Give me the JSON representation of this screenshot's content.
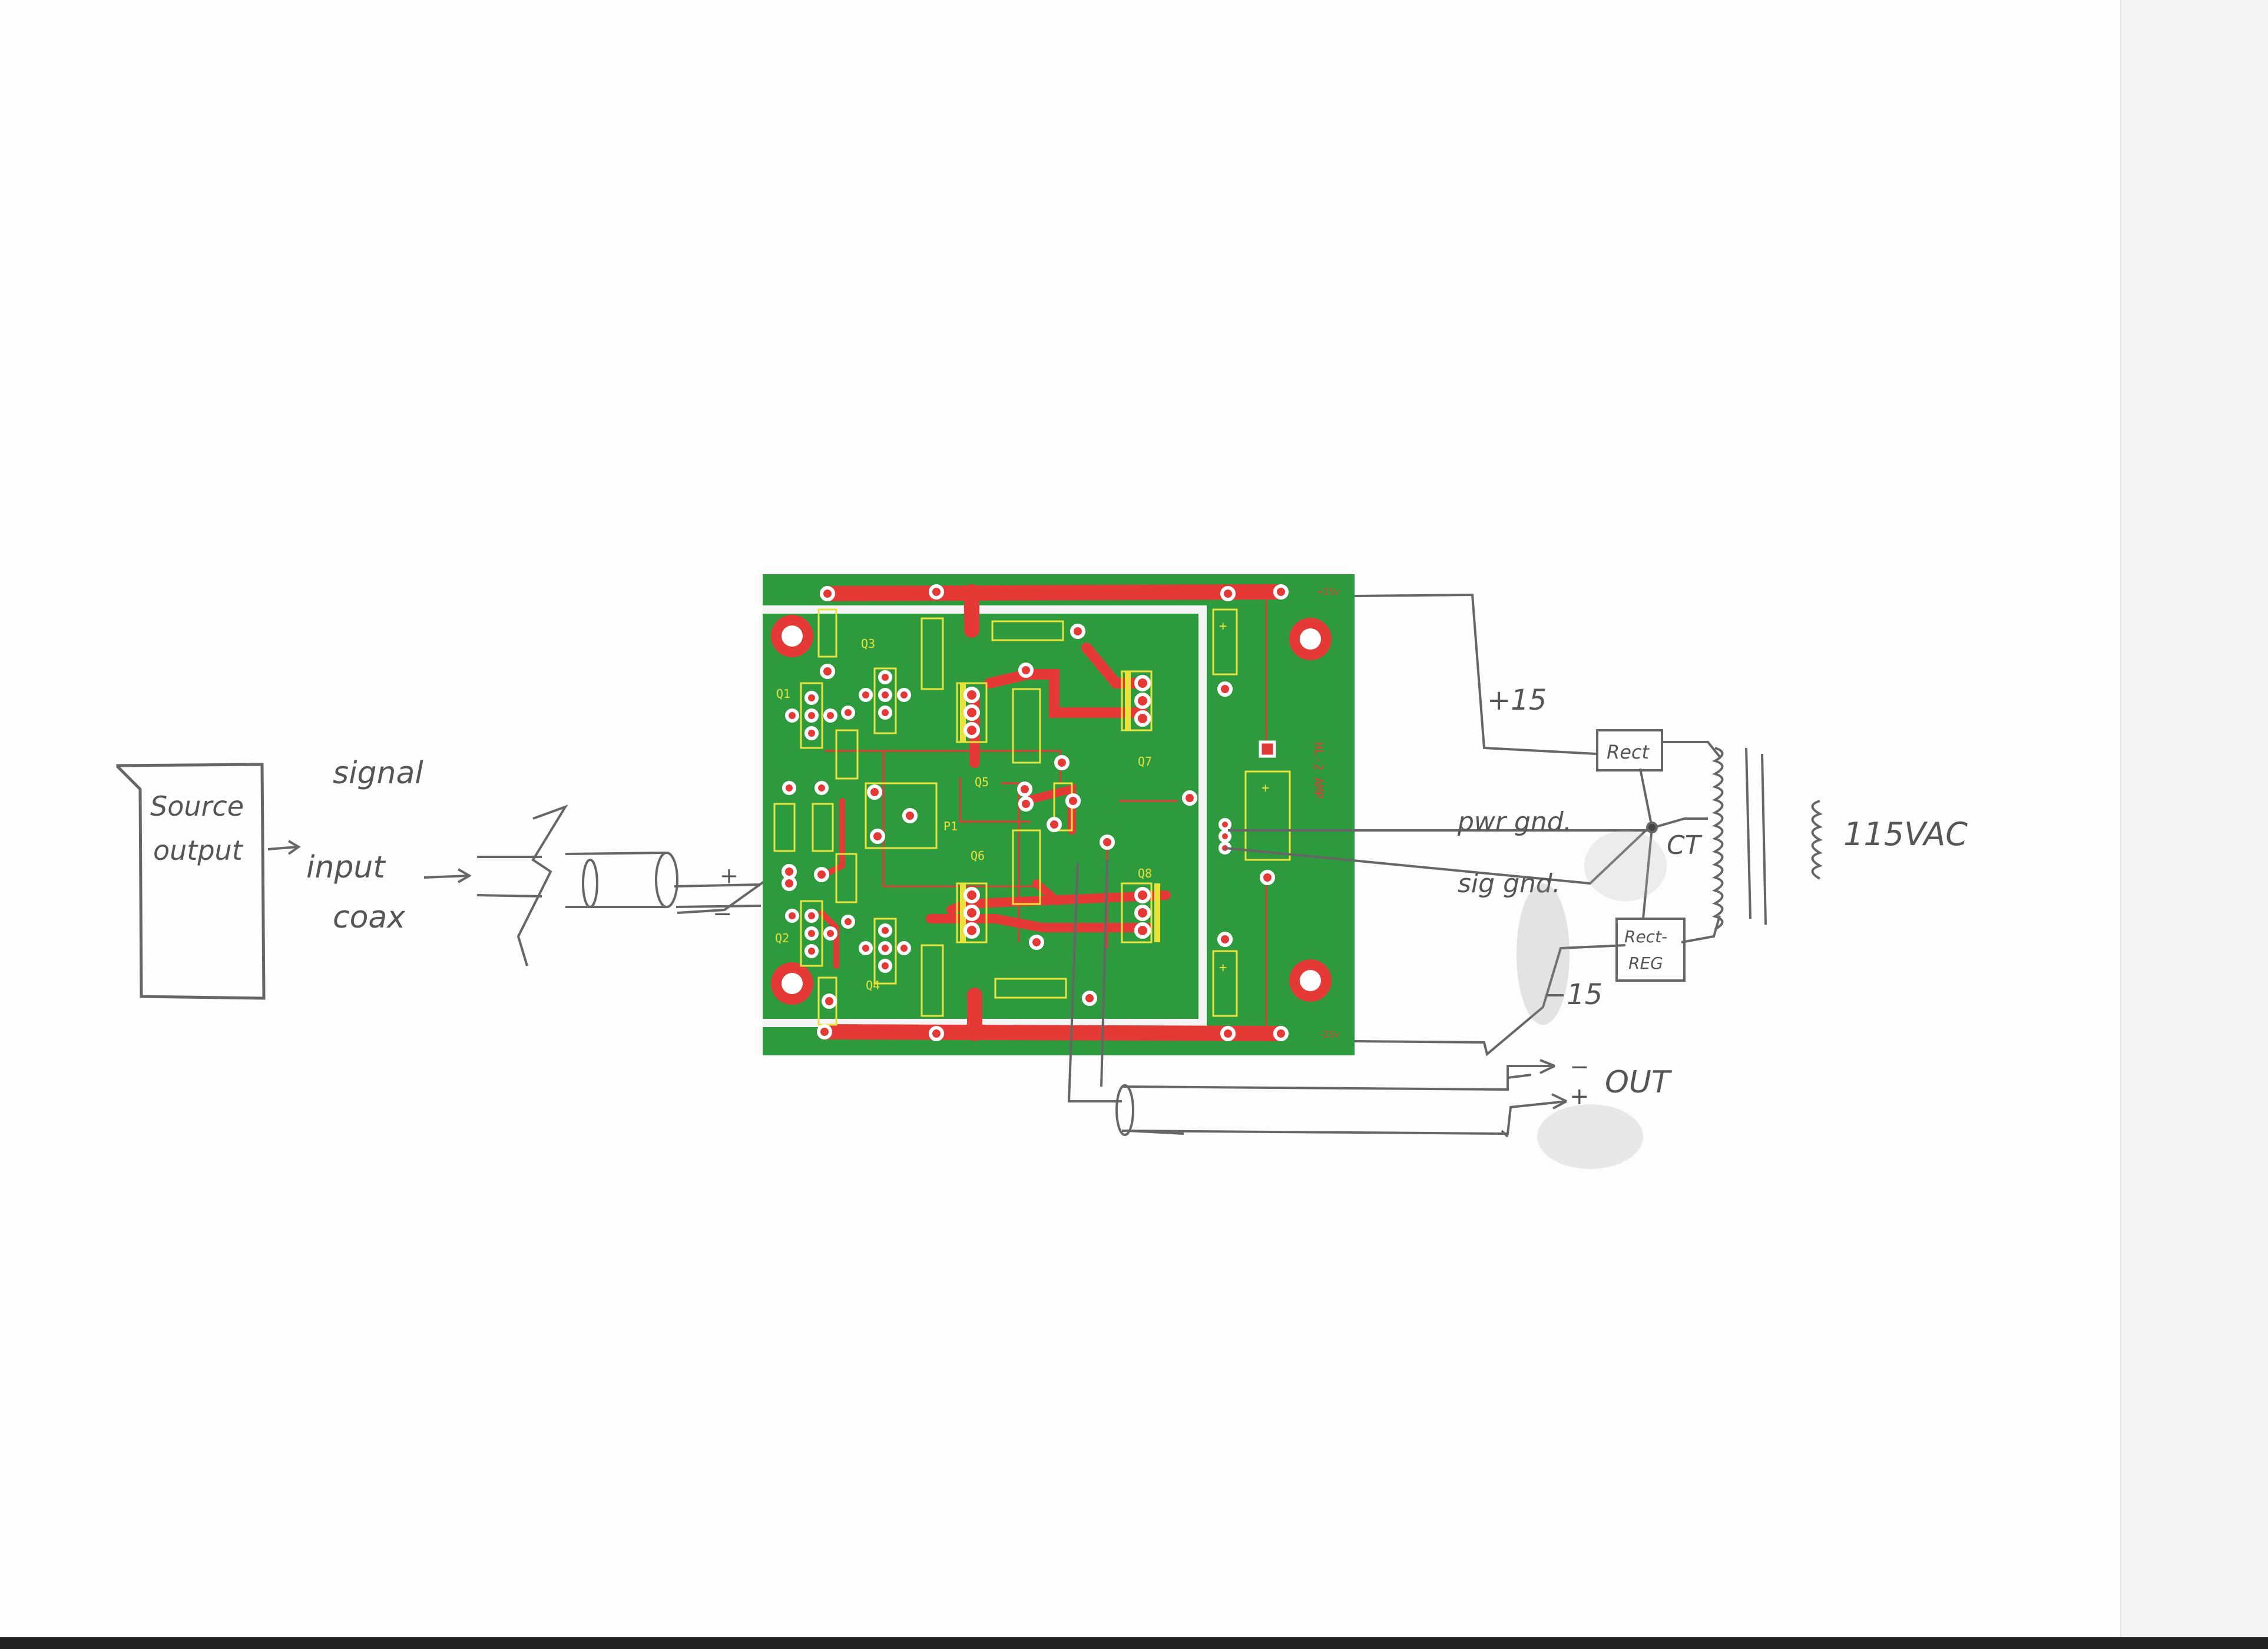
{
  "diagram": {
    "source_box": {
      "line1": "Source",
      "line2": "output"
    },
    "signal_label": {
      "line1": "signal",
      "line2": "input",
      "line3": "coax"
    },
    "polarity": {
      "plus": "+",
      "minus": "−"
    },
    "pcb": {
      "refs": [
        "Q1",
        "Q2",
        "Q3",
        "Q4",
        "Q5",
        "Q6",
        "Q7",
        "Q8",
        "P1"
      ],
      "rail_top": "+15v",
      "rail_bottom": "-15v",
      "board_text": "HL-2 AMP",
      "cap_plus": "+"
    },
    "supply_labels": {
      "plus15": "+15",
      "pwr_gnd": "pwr gnd.",
      "sig_gnd": "sig gnd.",
      "ct": "CT",
      "minus15": "−15",
      "rect": "Rect",
      "rect_reg_1": "Rect-",
      "rect_reg_2": "REG",
      "mains": "115VAC"
    },
    "output_label": "OUT",
    "output_minus": "−",
    "output_plus": "+"
  },
  "colors": {
    "board": "#2e9a3e",
    "copper": "#e53935",
    "silk": "#e8e23a",
    "pencil": "#555555"
  }
}
